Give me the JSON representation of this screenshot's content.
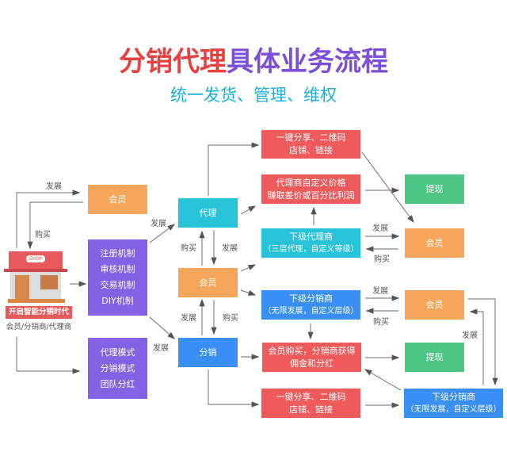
{
  "title": {
    "part1": "分销代理",
    "part2": "具体业务流程",
    "subtitle": "统一发货、管理、维权"
  },
  "colors": {
    "red": "#ef5b5c",
    "orange": "#f5a65b",
    "purple": "#8462e6",
    "cyan": "#26c3d9",
    "blue": "#3a8ff6",
    "green": "#4dc584",
    "title_red": "#e8403f",
    "title_purple": "#7b4fd8",
    "subtitle": "#1ab0d8"
  },
  "shop": {
    "sign": "SHOP",
    "banner": "开启智能分销时代",
    "caption": "会员/分销商/代理商"
  },
  "nodes": {
    "member_left": "会员",
    "mechanisms": [
      "注册机制",
      "审核机制",
      "交易机制",
      "DIY机制"
    ],
    "modes": [
      "代理模式",
      "分销模式",
      "团队分红"
    ],
    "agent": "代理",
    "member_mid": "会员",
    "distribution": "分销",
    "share_top": [
      "一键分享、二维码",
      "店铺、链接"
    ],
    "agent_price": [
      "代理商自定义价格",
      "赚取差价或百分比利润"
    ],
    "sub_agent": [
      "下级代理商",
      "（三层代理，自定义等级）"
    ],
    "sub_dist": [
      "下级分销商",
      "（无限发展，自定义层级）"
    ],
    "commission": [
      "会员购买，分销商获得",
      "佣金和分红"
    ],
    "share_bottom": [
      "一键分享、二维码",
      "店铺、链接"
    ],
    "withdraw_top": "提现",
    "member_r1": "会员",
    "member_r2": "会员",
    "withdraw_bottom": "提现",
    "sub_dist_right": [
      "下级分销商",
      "（无限发展，自定义层级）"
    ]
  },
  "labels": {
    "develop": "发展",
    "buy": "购买"
  }
}
